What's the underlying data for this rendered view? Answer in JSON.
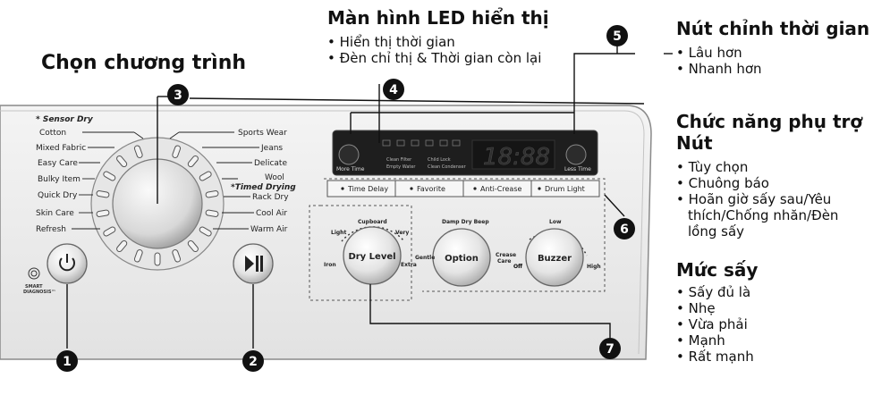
{
  "headings": {
    "program": "Chọn chương trình",
    "led": "Màn hình LED hiển thị",
    "time_adjust": "Nút chỉnh thời gian",
    "aux_line1": "Chức năng phụ trợ",
    "aux_line2": "Nút",
    "dry_level": "Mức sấy"
  },
  "led_items": [
    "Hiển thị thời gian",
    "Đèn chỉ thị & Thời gian còn lại"
  ],
  "time_items": [
    "Lâu hơn",
    "Nhanh hơn"
  ],
  "aux_items": [
    "Tùy chọn",
    "Chuông báo",
    "Hoãn giờ sấy sau/Yêu",
    "thích/Chống nhăn/Đèn",
    "lồng sấy"
  ],
  "dry_items": [
    "Sấy đủ là",
    "Nhẹ",
    "Vừa phải",
    "Mạnh",
    "Rất mạnh"
  ],
  "callouts": [
    "1",
    "2",
    "3",
    "4",
    "5",
    "6",
    "7"
  ],
  "panel": {
    "sensor_dry": "* Sensor Dry",
    "left_programs": [
      "Cotton",
      "Mixed Fabric",
      "Easy Care",
      "Bulky Item",
      "Quick Dry",
      "Skin Care",
      "Refresh"
    ],
    "right_programs": [
      "Sports Wear",
      "Jeans",
      "Delicate",
      "Wool"
    ],
    "timed_drying": "*Timed Drying",
    "right_programs_2": [
      "Rack Dry",
      "Cool Air",
      "Warm Air"
    ],
    "power_icon": "power-icon",
    "play_pause_icon": "play-pause-icon",
    "smart_diagnosis": [
      "SMART",
      "DIAGNOSIS™"
    ],
    "display": {
      "more_time": "More Time",
      "less_time": "Less Time",
      "digits": "18:88",
      "indicators": [
        "Clean Filter",
        "Empty Water",
        "Child Lock",
        "Clean Condenser"
      ]
    },
    "option_buttons": [
      "Time Delay",
      "Favorite",
      "Anti-Crease",
      "Drum Light"
    ],
    "knobs": {
      "dry_level": {
        "label": "Dry Level",
        "marks": [
          "Cupboard",
          "Light",
          "Very",
          "Iron",
          "Extra"
        ]
      },
      "option": {
        "label": "Option",
        "marks": [
          "Damp Dry Beep",
          "Gentle",
          "Crease",
          "Care",
          "Off"
        ]
      },
      "buzzer": {
        "label": "Buzzer",
        "marks": [
          "Low",
          "Off",
          "High"
        ]
      }
    }
  }
}
